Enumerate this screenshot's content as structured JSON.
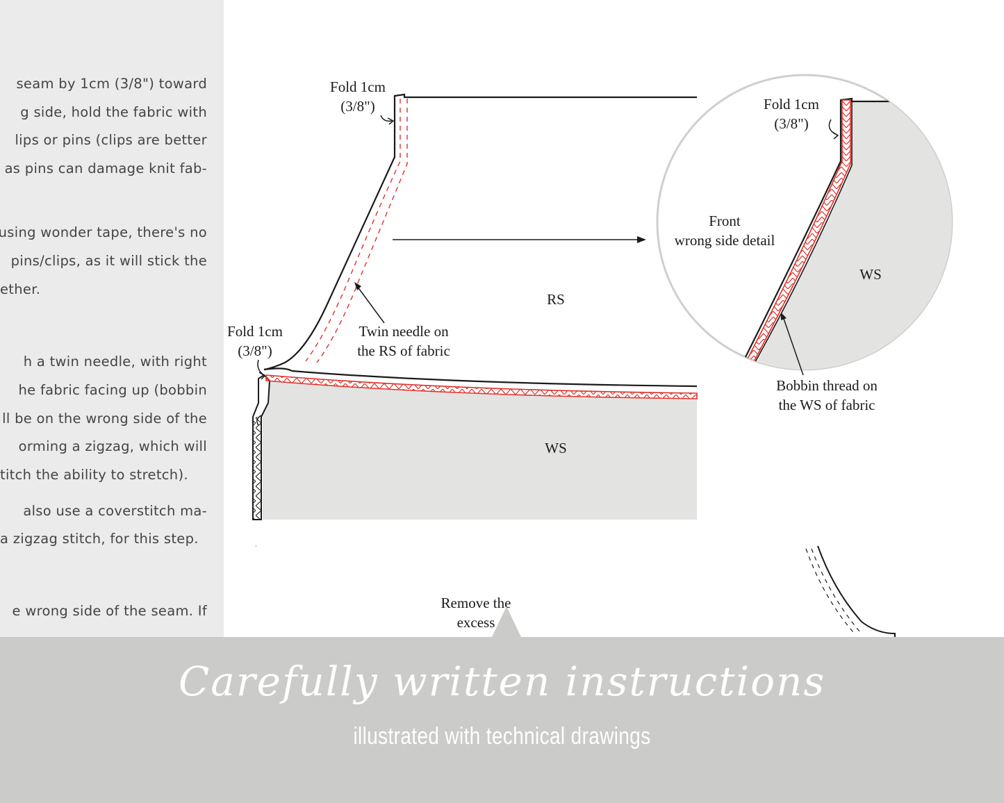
{
  "instructions": {
    "lines": [
      "seam by 1cm (3/8\") toward",
      "g side, hold the fabric with",
      "lips or pins (clips are better",
      "as pins can damage knit fab-",
      "using wonder tape, there's no",
      "pins/clips, as it will stick the",
      "ether.",
      "h a twin needle, with right",
      "he fabric facing up (bobbin",
      "ll be on the wrong side of the",
      "orming a zigzag, which will",
      "titch the ability to stretch).",
      "also use a coverstitch ma-",
      "a zigzag stitch, for this step.",
      "e wrong side of the seam. If"
    ]
  },
  "diagram": {
    "fold_top": [
      "Fold 1cm",
      "(3/8\")"
    ],
    "fold_left": [
      "Fold 1cm",
      "(3/8\")"
    ],
    "fold_detail": [
      "Fold 1cm",
      "(3/8\")"
    ],
    "rs_label": "RS",
    "ws_label": "WS",
    "ws_detail_label": "WS",
    "twin_needle": [
      "Twin needle on",
      "the RS of fabric"
    ],
    "front_detail": [
      "Front",
      "wrong side detail"
    ],
    "bobbin": [
      "Bobbin thread on",
      "the WS of fabric"
    ],
    "remove": [
      "Remove the",
      "excess"
    ]
  },
  "banner": {
    "title": "Carefully written instructions",
    "subtitle": "illustrated with  technical drawings"
  },
  "colors": {
    "text_panel": "#ebebeb",
    "banner": "#cbcbca",
    "stitch_red": "#e0302a",
    "fabric_ws": "#e3e3e2"
  }
}
